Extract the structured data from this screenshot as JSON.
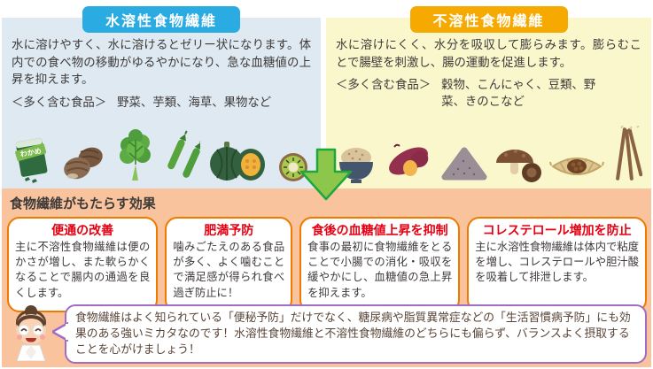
{
  "soluble_box": {
    "header": "水溶性食物繊維",
    "description": "水に溶けやすく、水に溶けるとゼリー状になります。体内での食べ物の移動がゆるやかになり、急な血糖値の上昇を抑えます。",
    "foods_label": "＜多く含む食品＞",
    "foods": "野菜、芋類、海草、果物など",
    "wakame_label": "わかめ",
    "food_icons": [
      "wakame-package",
      "taro",
      "leafy-vegetable",
      "okra",
      "kabocha-pumpkin",
      "kiwi"
    ],
    "colors": {
      "header_bg": "#2aabe2",
      "box_bg": "#dee9f2"
    }
  },
  "insoluble_box": {
    "header": "不溶性食物繊維",
    "description": "水に溶けにくく、水分を吸収して膨らみます。膨らむことで腸壁を刺激し、腸の運動を促進します。",
    "foods_label": "＜多く含む食品＞",
    "foods": "穀物、こんにゃく、豆類、野菜、きのこなど",
    "food_icons": [
      "rice-bowl",
      "sweet-potato",
      "konnyaku",
      "shiitake-mushrooms",
      "natto",
      "burdock"
    ],
    "colors": {
      "header_bg": "#f6a900",
      "box_bg": "#fbf7cd"
    }
  },
  "arrow": {
    "direction": "down",
    "fill": "#8cc74b",
    "stroke": "#1fa63c"
  },
  "effects_section": {
    "title": "食物繊維がもたらす効果",
    "bg": "#f8c39d",
    "card_title_color": "#e50012",
    "card_border_color": "#ee7b00",
    "cards": [
      {
        "title": "便通の改善",
        "body": "主に不溶性食物繊維は便のかさが増し、また軟らかくなることで腸内の通過を良くします。"
      },
      {
        "title": "肥満予防",
        "body": "噛みごたえのある食品が多く、よく噛むことで満足感が得られ食べ過ぎ防止に！"
      },
      {
        "title": "食後の血糖値上昇を抑制",
        "body": "食事の最初に食物繊維をとることで小腸での消化・吸収を緩やかにし、血糖値の急上昇を抑えます。"
      },
      {
        "title": "コレステロール増加を防止",
        "body": "主に水溶性食物繊維は体内で粘度を増し、コレステロールや胆汁酸を吸着して排泄します。"
      }
    ]
  },
  "advice": {
    "speaker_icon": "dietitian-character",
    "bubble_border_color": "#a06cc5",
    "text": "食物繊維はよく知られている「便秘予防」だけでなく、糖尿病や脂質異常症などの「生活習慣病予防」にも効果のある強いミカタなのです！水溶性食物繊維と不溶性食物繊維のどちらにも偏らず、バランスよく摂取することを心がけましょう！"
  }
}
